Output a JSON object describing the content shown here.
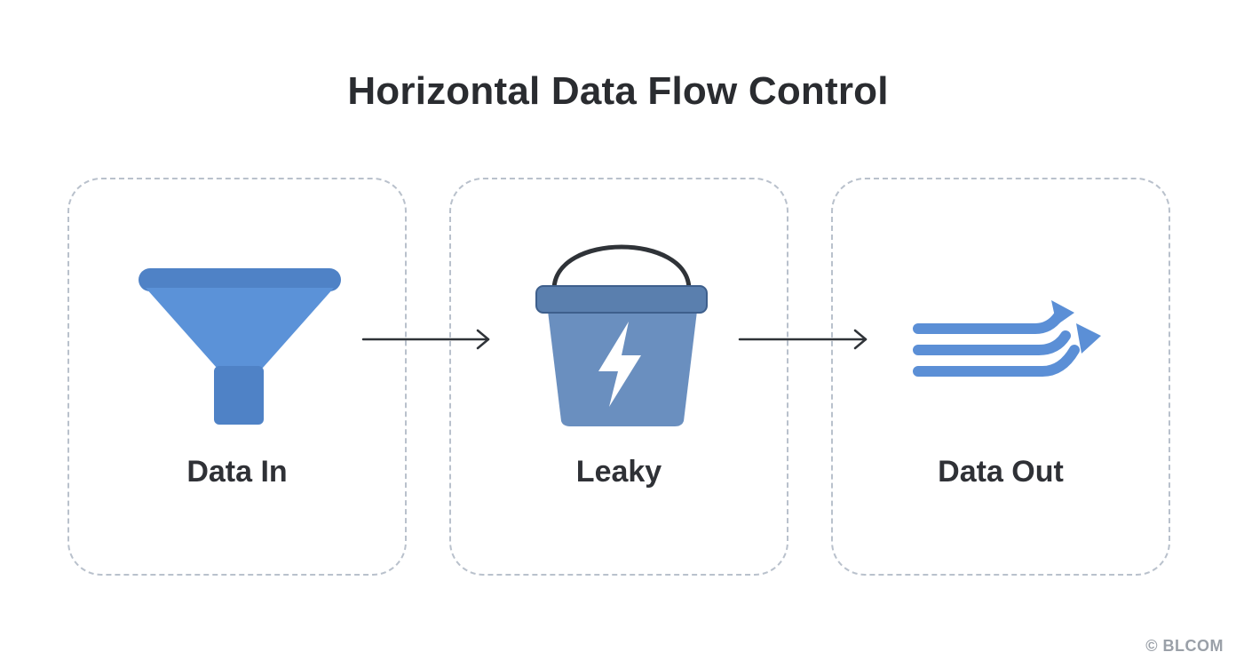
{
  "title": "Horizontal Data Flow Control",
  "stages": [
    {
      "label": "Data In",
      "icon": "funnel-icon"
    },
    {
      "label": "Leaky",
      "icon": "bucket-icon"
    },
    {
      "label": "Data Out",
      "icon": "triple-arrow-icon"
    }
  ],
  "colors": {
    "primary_blue": "#5b8fd6",
    "primary_blue_dark": "#4a7bc0",
    "bucket_blue": "#6a8fbf",
    "bucket_rim": "#5a7fae",
    "stroke_dark": "#2f3338",
    "dashed_border": "#b9c1cc"
  },
  "watermark": "© BLCOM"
}
